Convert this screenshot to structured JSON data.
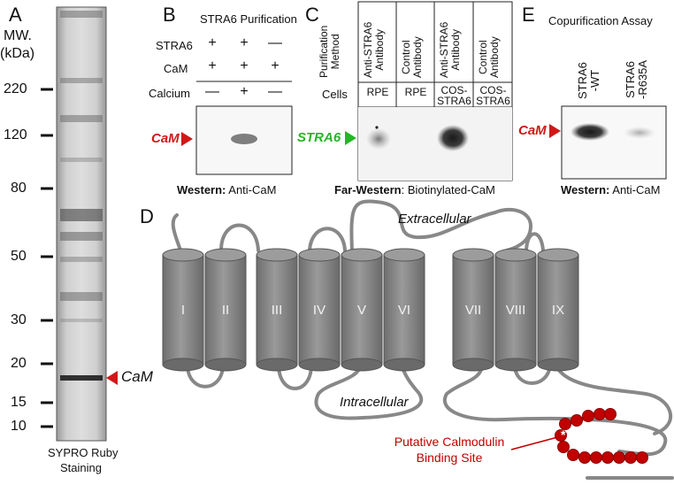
{
  "panelA": {
    "letter": "A",
    "mw_label_1": "MW.",
    "mw_label_2": "(kDa)",
    "markers": [
      "220",
      "120",
      "80",
      "50",
      "30",
      "20",
      "15",
      "10"
    ],
    "band_label": "CaM",
    "caption_1": "SYPRO Ruby",
    "caption_2": "Staining"
  },
  "panelB": {
    "letter": "B",
    "title": "STRA6 Purification",
    "rows": [
      {
        "label": "STRA6",
        "signs": [
          "+",
          "+",
          "—"
        ]
      },
      {
        "label": "CaM",
        "signs": [
          "+",
          "+",
          "+"
        ]
      },
      {
        "label": "Calcium",
        "signs": [
          "—",
          "+",
          "—"
        ]
      }
    ],
    "band_label": "CaM",
    "caption_bold": "Western:",
    "caption_rest": " Anti-CaM"
  },
  "panelC": {
    "letter": "C",
    "method_1": "Purification",
    "method_2": "Method",
    "columns": [
      {
        "line1": "Anti-STRA6",
        "line2": "Antibody"
      },
      {
        "line1": "Control",
        "line2": "Antibody"
      },
      {
        "line1": "Anti-STRA6",
        "line2": "Antibody"
      },
      {
        "line1": "Control",
        "line2": "Antibody"
      }
    ],
    "cells_label": "Cells",
    "cells": [
      {
        "line1": "RPE",
        "line2": ""
      },
      {
        "line1": "RPE",
        "line2": ""
      },
      {
        "line1": "COS-",
        "line2": "STRA6"
      },
      {
        "line1": "COS-",
        "line2": "STRA6"
      }
    ],
    "band_label": "STRA6",
    "caption_bold": "Far-Western",
    "caption_rest": ": Biotinylated-CaM"
  },
  "panelD": {
    "letter": "D",
    "tm_labels": [
      "I",
      "II",
      "III",
      "IV",
      "V",
      "VI",
      "VII",
      "VIII",
      "IX"
    ],
    "extracellular": "Extracellular",
    "intracellular": "Intracellular",
    "binding_1": "Putative Calmodulin",
    "binding_2": "Binding Site",
    "asterisk": "*"
  },
  "panelE": {
    "letter": "E",
    "title": "Copurification Assay",
    "lanes": [
      {
        "line1": "STRA6",
        "line2": "-WT"
      },
      {
        "line1": "STRA6",
        "line2": "-R635A"
      }
    ],
    "band_label": "CaM",
    "caption_bold": "Western:",
    "caption_rest": " Anti-CaM"
  },
  "colors": {
    "red": "#d01818",
    "green": "#28b428",
    "cylinder": "#8a8a8a",
    "bead": "#c00000"
  }
}
